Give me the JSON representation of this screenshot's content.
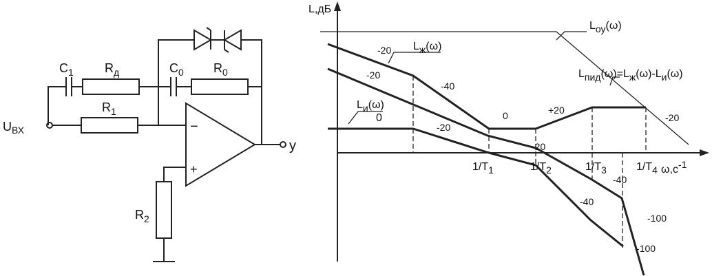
{
  "circuit": {
    "input_label": "U",
    "input_sub": "ВХ",
    "output_label": "y",
    "c1": {
      "main": "C",
      "sub": "1"
    },
    "rd": {
      "main": "R",
      "sub": "д"
    },
    "c0": {
      "main": "C",
      "sub": "0"
    },
    "r0": {
      "main": "R",
      "sub": "0"
    },
    "r1": {
      "main": "R",
      "sub": "1"
    },
    "r2": {
      "main": "R",
      "sub": "2"
    },
    "minus": "−",
    "plus": "+"
  },
  "graph": {
    "y_axis": "L,дБ",
    "x_axis_main": "ω,с",
    "x_axis_sup": "-1",
    "ticks": [
      {
        "main": "1/T",
        "sub": "1"
      },
      {
        "main": "1/T",
        "sub": "2"
      },
      {
        "main": "1/T",
        "sub": "3"
      },
      {
        "main": "1/T",
        "sub": "4"
      }
    ],
    "labels": {
      "l_oy": {
        "main": "L",
        "sub": "оу",
        "tail": "(ω)"
      },
      "l_zh": {
        "main": "L",
        "sub": "ж",
        "tail": "(ω)"
      },
      "l_pid": {
        "p1": "L",
        "s1": "пид",
        "p2": "(ω)=L",
        "s2": "ж",
        "p3": "(ω)-L",
        "s3": "и",
        "p4": "(ω)"
      },
      "l_i": {
        "main": "L",
        "sub": "и",
        "tail": "(ω)"
      },
      "l_i_zero": "0"
    },
    "slopes": [
      "-20",
      "-20",
      "-40",
      "0",
      "+20",
      "-20",
      "-20",
      "-20",
      "-40",
      "-40",
      "-100",
      "-100"
    ]
  }
}
